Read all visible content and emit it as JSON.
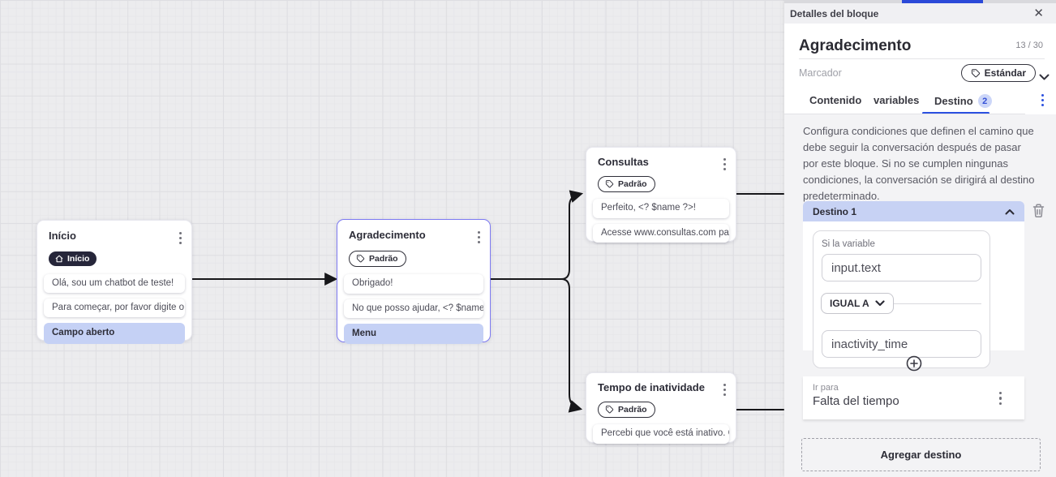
{
  "colors": {
    "accent_blue": "#2b50e0",
    "periwinkle_highlight": "#c7d2f4",
    "selected_node_border": "#7d7af2",
    "edge_color": "#17171a",
    "canvas_bg": "#ececee",
    "panel_gray_bg": "#f3f3f5"
  },
  "canvas": {
    "nodes": [
      {
        "title": "Início",
        "badge": "Início",
        "messages": [
          "Olá, sou um chatbot de teste!",
          "Para começar, por favor digite o ...",
          "Campo aberto"
        ]
      },
      {
        "title": "Agradecimento",
        "badge": "Padrão",
        "messages": [
          "Obrigado!",
          "No que posso ajudar, <? $name ...",
          "Menu"
        ]
      },
      {
        "title": "Consultas",
        "badge": "Padrão",
        "messages": [
          "Perfeito, <? $name ?>!",
          "Acesse www.consultas.com par..."
        ]
      },
      {
        "title": "Tempo de inatividade",
        "badge": "Padrão",
        "messages": [
          "Percebi que você está inativo. C..."
        ]
      }
    ]
  },
  "panel": {
    "header_title": "Detalles del bloque",
    "block_name": "Agradecimento",
    "char_counter": "13 / 30",
    "marcador_label": "Marcador",
    "marcador_value": "Estándar",
    "tabs": {
      "contenido": "Contenido",
      "variables": "variables",
      "destino": "Destino",
      "destino_badge": "2"
    },
    "description": "Configura condiciones que definen el camino que debe seguir la conversación después de pasar por este bloque. Si no se cumplen ningunas condiciones, la conversación se dirigirá al destino predeterminado.",
    "destino1": {
      "header": "Destino 1",
      "variable_label": "Si la variable",
      "variable_value": "input.text",
      "operator": "IGUAL A",
      "value": "inactivity_time",
      "go_to_label": "Ir para",
      "go_to_value": "Falta del tiempo"
    },
    "add_destination": "Agregar destino"
  }
}
